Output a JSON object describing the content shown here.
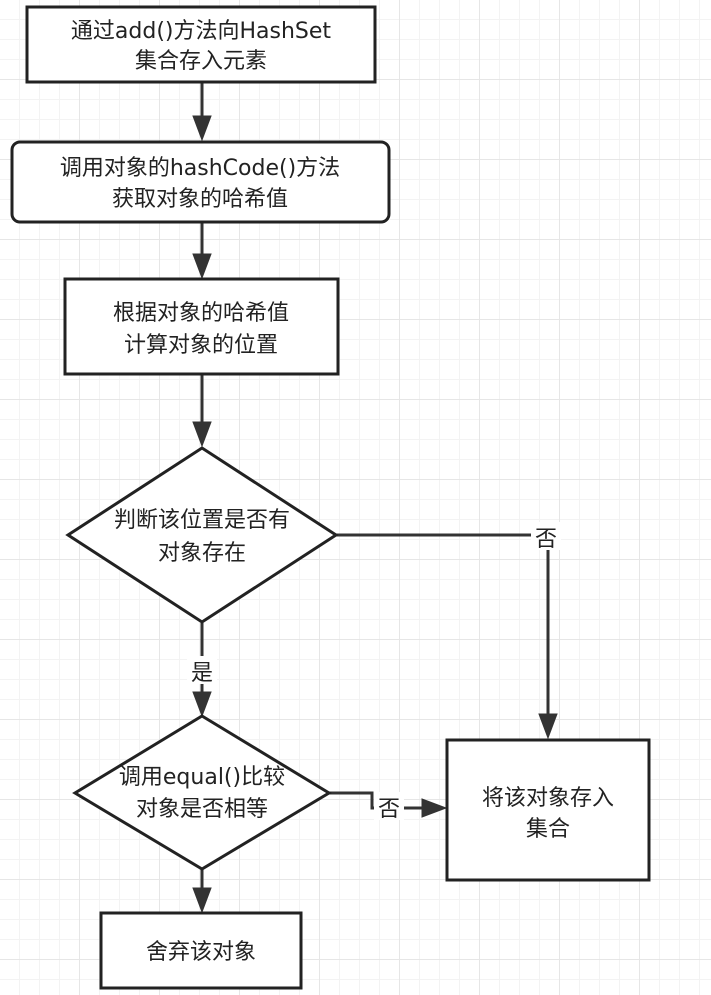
{
  "nodes": {
    "add": {
      "line1": "通过add()方法向HashSet",
      "line2": "集合存入元素"
    },
    "hash": {
      "line1": "调用对象的hashCode()方法",
      "line2": "获取对象的哈希值"
    },
    "position": {
      "line1": "根据对象的哈希值",
      "line2": "计算对象的位置"
    },
    "exists": {
      "line1": "判断该位置是否有",
      "line2": "对象存在"
    },
    "equal": {
      "line1": "调用equal()比较",
      "line2": "对象是否相等"
    },
    "store": {
      "line1": "将该对象存入",
      "line2": "集合"
    },
    "discard": {
      "line1": "舍弃该对象"
    }
  },
  "edges": {
    "exists_no": "否",
    "exists_yes": "是",
    "equal_no": "否"
  }
}
